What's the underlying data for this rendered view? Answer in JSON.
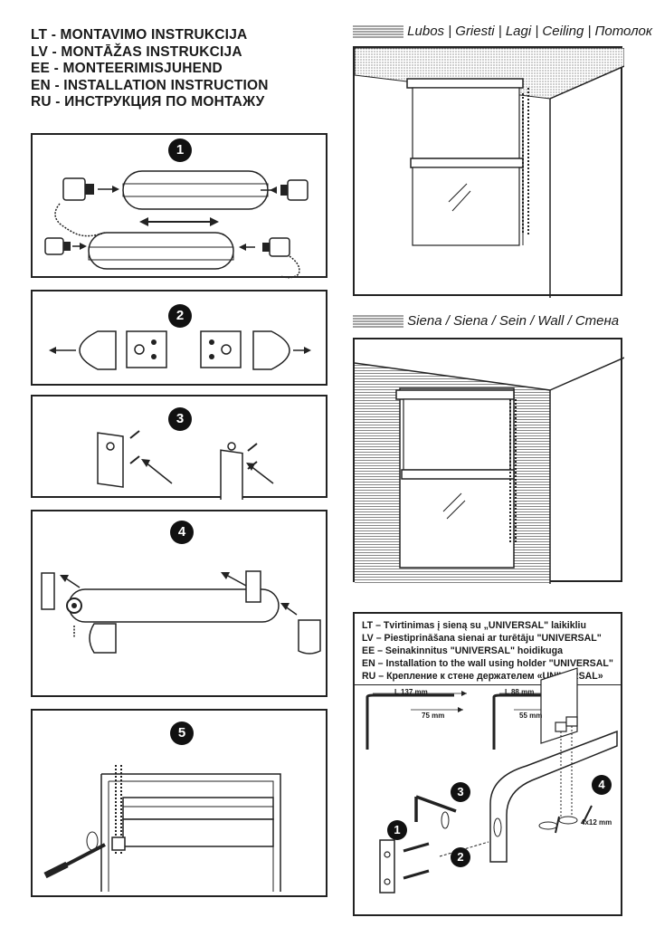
{
  "title": {
    "lines": [
      "LT - MONTAVIMO INSTRUKCIJA",
      "LV - MONTĀŽAS INSTRUKCIJA",
      "EE - MONTEERIMISJUHEND",
      "EN - INSTALLATION INSTRUCTION",
      "RU - ИНСТРУКЦИЯ ПО МОНТАЖУ"
    ]
  },
  "steps": [
    "1",
    "2",
    "3",
    "4",
    "5"
  ],
  "ceiling": {
    "caption": "Lubos | Griesti | Lagi | Ceiling | Потолок"
  },
  "wall": {
    "caption": "Siena / Siena / Sein / Wall / Стена"
  },
  "universal": {
    "lines": [
      "LT – Tvirtinimas į sieną su „UNIVERSAL\" laikikliu",
      "LV – Piestiprināšana sienai ar turētāju \"UNIVERSAL\"",
      "EE – Seinakinnitus \"UNIVERSAL\" hoidikuga",
      "EN – Installation to the wall using holder \"UNIVERSAL\"",
      "RU – Крепление к стене держателем «UNIVERSAL»"
    ],
    "dims": {
      "long_total": "L 137 mm",
      "long_inner": "75 mm",
      "short_total": "L 88 mm",
      "short_inner": "55 mm",
      "screw": "4x12 mm"
    },
    "callouts": [
      "1",
      "2",
      "3",
      "4"
    ]
  }
}
